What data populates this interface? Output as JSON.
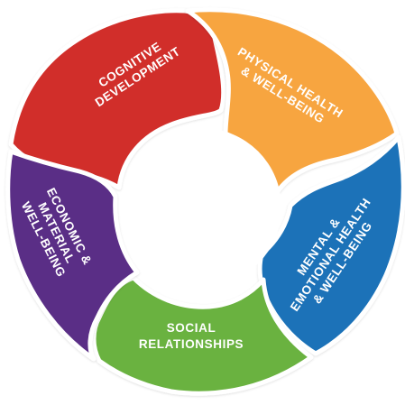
{
  "diagram": {
    "segments": [
      {
        "id": "cognitive",
        "lines": [
          "COGNITIVE",
          "DEVELOPMENT"
        ],
        "color": "#d12f2b",
        "text_color": "#ffffff"
      },
      {
        "id": "physical",
        "lines": [
          "PHYSICAL HEALTH",
          "& WELL-BEING"
        ],
        "color": "#f7a541",
        "text_color": "#ffffff"
      },
      {
        "id": "mental",
        "lines": [
          "MENTAL &",
          "EMOTIONAL HEALTH",
          "& WELL-BEING"
        ],
        "color": "#1a72b8",
        "text_color": "#ffffff"
      },
      {
        "id": "social",
        "lines": [
          "SOCIAL",
          "RELATIONSHIPS"
        ],
        "color": "#6ab23f",
        "text_color": "#ffffff"
      },
      {
        "id": "economic",
        "lines": [
          "ECONOMIC &",
          "MATERIAL",
          "WELL-BEING"
        ],
        "color": "#5a2d86",
        "text_color": "#ffffff"
      }
    ]
  }
}
